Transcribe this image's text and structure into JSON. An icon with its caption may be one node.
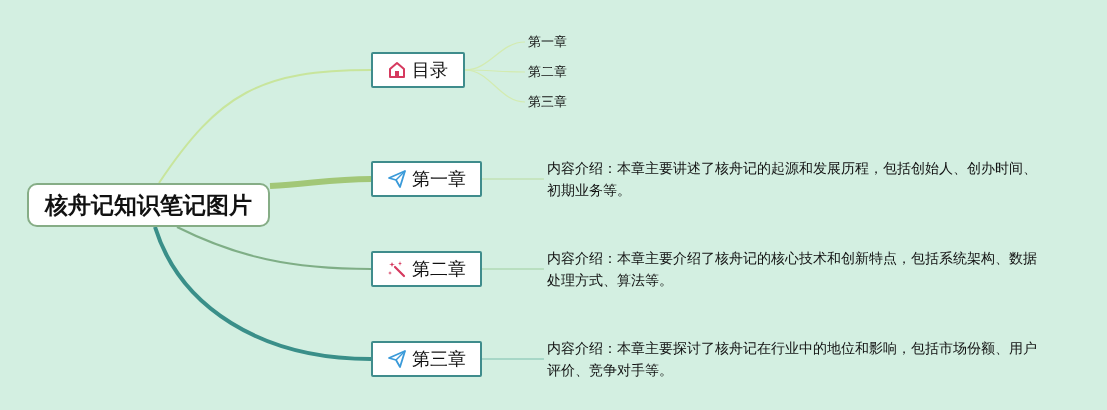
{
  "diagram": {
    "nodes": [
      {
        "text": [
          "核舟记知识笔记图片"
        ]
      },
      {
        "text": [
          "目录"
        ]
      },
      {
        "text": [
          "第一章"
        ]
      },
      {
        "text": [
          "第二章"
        ]
      },
      {
        "text": [
          "第三章"
        ]
      },
      {
        "text": [
          "第一章"
        ]
      },
      {
        "text": [
          "第二章"
        ]
      },
      {
        "text": [
          "第三章"
        ]
      },
      {
        "text": [
          "内容介绍：本章主要讲述了核舟记的起源和发展历程，包括创始人、创办时间、初期业务等。"
        ]
      },
      {
        "text": [
          "内容介绍：本章主要介绍了核舟记的核心技术和创新特点，包括系统架构、数据处理方式、算法等。"
        ]
      },
      {
        "text": [
          "内容介绍：本章主要探讨了核舟记在行业中的地位和影响，包括市场份额、用户评价、竞争对手等。"
        ]
      }
    ],
    "edges": [
      {
        "from": 0,
        "to": 1,
        "arrow": "none",
        "color": "#c8e59c"
      },
      {
        "from": 0,
        "to": 2,
        "arrow": "none",
        "style": "thick",
        "color": "#a2c777"
      },
      {
        "from": 0,
        "to": 3,
        "arrow": "none",
        "color": "#7fae86"
      },
      {
        "from": 0,
        "to": 4,
        "arrow": "none",
        "style": "thick",
        "color": "#3a8f89"
      },
      {
        "from": 1,
        "to": 5,
        "arrow": "none",
        "color": "#d3ebb0"
      },
      {
        "from": 1,
        "to": 6,
        "arrow": "none",
        "color": "#d3ebb0"
      },
      {
        "from": 1,
        "to": 7,
        "arrow": "none",
        "color": "#d3ebb0"
      },
      {
        "from": 2,
        "to": 8,
        "arrow": "none",
        "color": "#b9dca0"
      },
      {
        "from": 3,
        "to": 9,
        "arrow": "none",
        "color": "#9fcfa0"
      },
      {
        "from": 4,
        "to": 10,
        "arrow": "none",
        "color": "#7dbfae"
      }
    ]
  }
}
